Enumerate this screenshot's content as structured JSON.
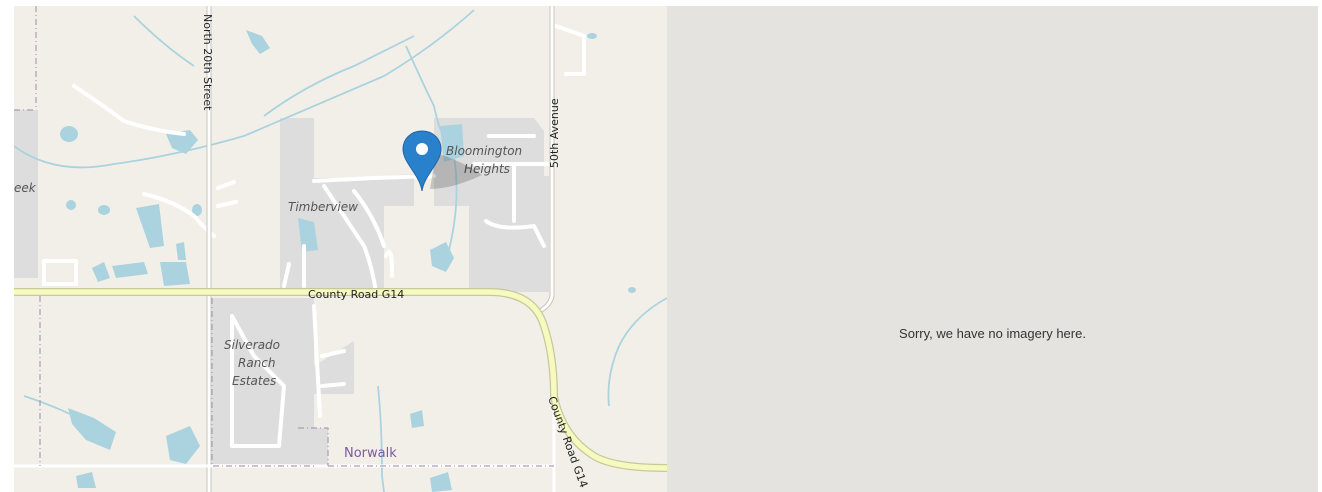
{
  "map": {
    "places": {
      "bloomington_line1": "Bloomington",
      "bloomington_line2": "Heights",
      "timberview": "Timberview",
      "silverado_line1": "Silverado",
      "silverado_line2": "Ranch",
      "silverado_line3": "Estates",
      "norwalk": "Norwalk",
      "creek_fragment": "eek"
    },
    "roads": {
      "north_20th": "North 20th Street",
      "fiftieth": "50th Avenue",
      "county_g14": "County Road G14",
      "county_g14_curve": "County Road G14"
    },
    "marker_icon": "map-pin-icon",
    "colors": {
      "land": "#f2efe9",
      "water": "#aad3df",
      "residential": "#dddddd",
      "road_major": "#f7fabf",
      "road_minor": "#ffffff",
      "marker": "#2a81cb",
      "boundary": "#ac9cb8"
    }
  },
  "imagery": {
    "message": "Sorry, we have no imagery here."
  }
}
